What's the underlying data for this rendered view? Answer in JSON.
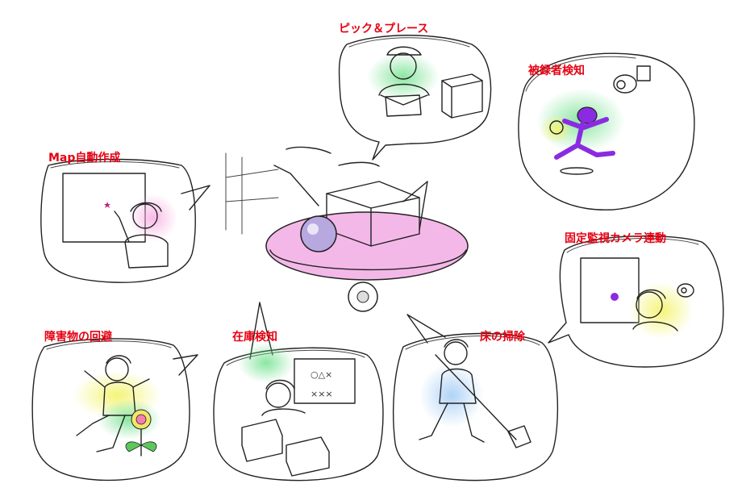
{
  "labels": {
    "pick_place": "ピック＆プレース",
    "intruder": "被録者検知",
    "map": "Map自動作成",
    "camera": "固定監視カメラ連動",
    "obstacle": "障害物の回避",
    "inventory": "在庫検知",
    "cleaning": "床の掃除"
  },
  "colors": {
    "label": "#e60012",
    "robot_base": "#f4b8e8",
    "box": "#f6c9e6",
    "intruder": "#8a2be2",
    "glow_green": "#6de08a",
    "glow_yellow": "#f3f36a",
    "map_blue": "#a9c6f0"
  }
}
